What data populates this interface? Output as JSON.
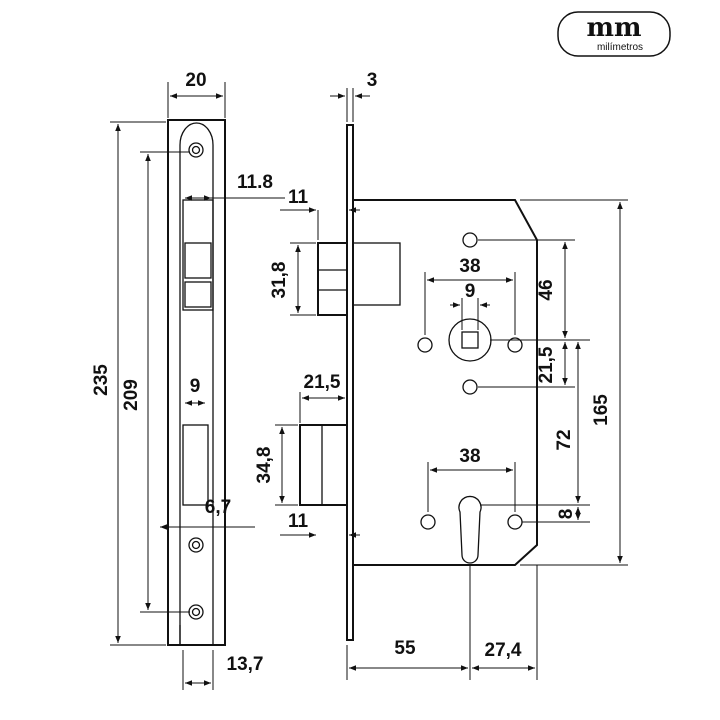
{
  "logo": {
    "mark": "mm",
    "name": "milímetros"
  },
  "dimensions": {
    "faceplate_width": "20",
    "faceplate_thickness": "3",
    "total_height": "235",
    "screw_spacing": "209",
    "latch_offset": "11.8",
    "latch_projection": "11",
    "latch_height": "31,8",
    "deadbolt_width_offset": "9",
    "deadbolt_throw": "21,5",
    "deadbolt_height": "34,8",
    "deadbolt_offset": "6,7",
    "deadbolt_projection": "11",
    "faceplate_inner_width": "13,7",
    "handle_holes_spacing": "38",
    "spindle_size": "9",
    "top_to_spindle": "46",
    "spindle_to_hole": "21,5",
    "spindle_to_cylinder": "72",
    "body_height": "165",
    "cylinder_holes_spacing": "38",
    "cylinder_offset": "8",
    "backset": "55",
    "cylinder_to_back": "27,4"
  }
}
